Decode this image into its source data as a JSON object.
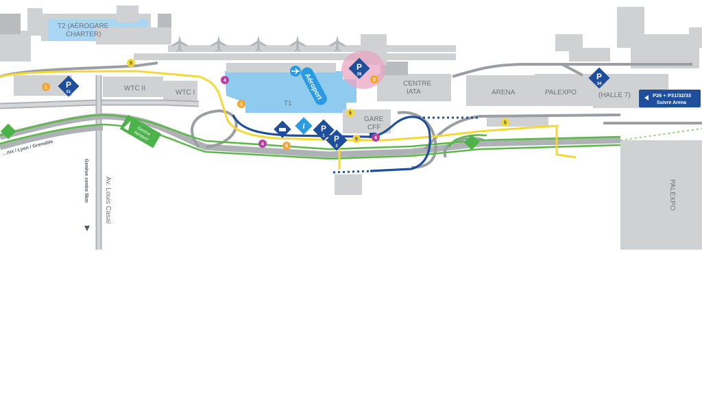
{
  "map": {
    "labels": {
      "t2": "T2 (AÉROGARE",
      "t2_line2": "CHARTER)",
      "wtc2": "WTC II",
      "wtc1": "WTC I",
      "t1": "T1",
      "aeroport": "Aéroport",
      "centre_iata": "CENTRE",
      "centre_iata_line2": "IATA",
      "gare_cff": "GARE",
      "gare_cff_line2": "CFF",
      "arena": "ARENA",
      "palexpo": "PALEXPO",
      "halle7": "(HALLE 7)",
      "palexpo_side": "PALEXPO",
      "av_louis_casai": "Av. Louis Casaï",
      "geneve_centre": "Genève centre 5km",
      "chamonix": "…nix / Lyon / Grenoble",
      "motorway_sign_line1": "Genève",
      "motorway_sign_line2": "Aéroport"
    },
    "parking_signs": [
      {
        "id": "P51",
        "letter": "P",
        "number": "51"
      },
      {
        "id": "P28",
        "letter": "P",
        "number": "28"
      },
      {
        "id": "P1",
        "letter": "P",
        "number": "1"
      },
      {
        "id": "P2",
        "letter": "P",
        "number": "2"
      },
      {
        "id": "P34",
        "letter": "P",
        "number": "34"
      }
    ],
    "direction_sign": {
      "line1": "P26 + P31/32/33",
      "line2": "Suivre Arena"
    },
    "colors": {
      "building": "#cfd1d3",
      "terminal": "#8fcbef",
      "road": "#9a9ea2",
      "motorway": "#5db84a",
      "yellow_route": "#f3d838",
      "blue_route": "#1f4e9a",
      "badge_yellow": "#f3d838",
      "badge_orange": "#f3a632",
      "badge_purple": "#b53ea0",
      "highlight": "#e9a6c3",
      "motorway_sign": "#4cb24a"
    },
    "badges": [
      "1",
      "4",
      "5"
    ],
    "icons": [
      "airplane-icon",
      "information-icon",
      "parking-icon",
      "motorway-icon",
      "train-icon"
    ]
  }
}
